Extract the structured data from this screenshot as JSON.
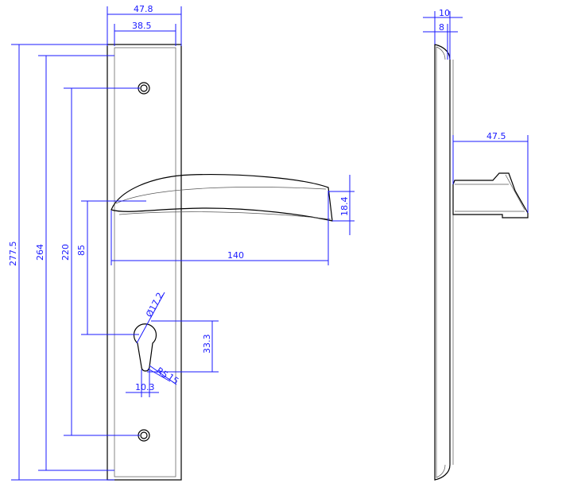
{
  "dimensions": {
    "plate_outer_width": "47.8",
    "plate_inner_width": "38.5",
    "overall_height": "277.5",
    "height_264": "264",
    "hole_spacing": "220",
    "handle_to_cylinder": "85",
    "handle_length": "140",
    "handle_height": "18.4",
    "cylinder_diameter": "Ø17.2",
    "cylinder_height": "33.3",
    "cylinder_width": "10.3",
    "r5": "R5",
    "r15": "15",
    "side_thickness_10": "10",
    "side_thickness_8": "8",
    "projection": "47.5"
  },
  "colors": {
    "dimension_line": "#1a1aff",
    "outline": "#000000"
  }
}
